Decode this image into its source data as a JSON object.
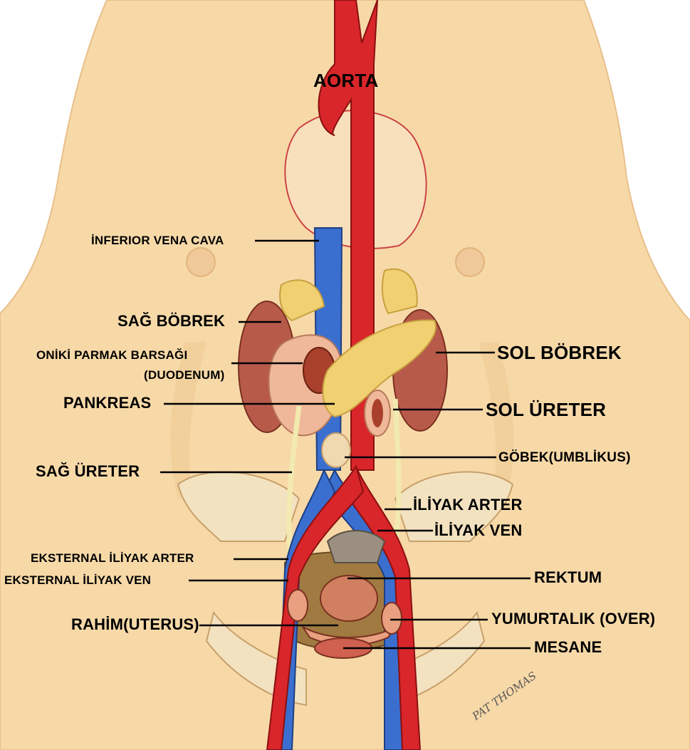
{
  "labels": {
    "aorta": "AORTA",
    "inferior_vena_cava": "İNFERIOR VENA CAVA",
    "sag_bobrek": "SAĞ BÖBREK",
    "oniki_parmak_line1": "ONİKİ PARMAK BARSAĞI",
    "oniki_parmak_line2": "(DUODENUM)",
    "pankreas": "PANKREAS",
    "sag_ureter": "SAĞ ÜRETER",
    "eksternal_iliyak_arter": "EKSTERNAL İLİYAK ARTER",
    "eksternal_iliyak_ven": "EKSTERNAL İLİYAK VEN",
    "rahim": "RAHİM(UTERUS)",
    "sol_bobrek": "SOL BÖBREK",
    "sol_ureter": "SOL ÜRETER",
    "gobek": "GÖBEK(UMBLİKUS)",
    "iliyak_arter": "İLİYAK ARTER",
    "iliyak_ven": "İLİYAK VEN",
    "rektum": "REKTUM",
    "yumurtalik": "YUMURTALIK (OVER)",
    "mesane": "MESANE"
  },
  "signature": "PAT THOMAS",
  "colors": {
    "skin": "#f7d9a8",
    "skin_shade": "#eec48a",
    "artery": "#d8262a",
    "vein": "#3a6fd0",
    "kidney": "#b85a4a",
    "pancreas": "#f0d070",
    "intestine": "#f0b89a",
    "ureter": "#f2eab0",
    "label_line": "#000000"
  }
}
